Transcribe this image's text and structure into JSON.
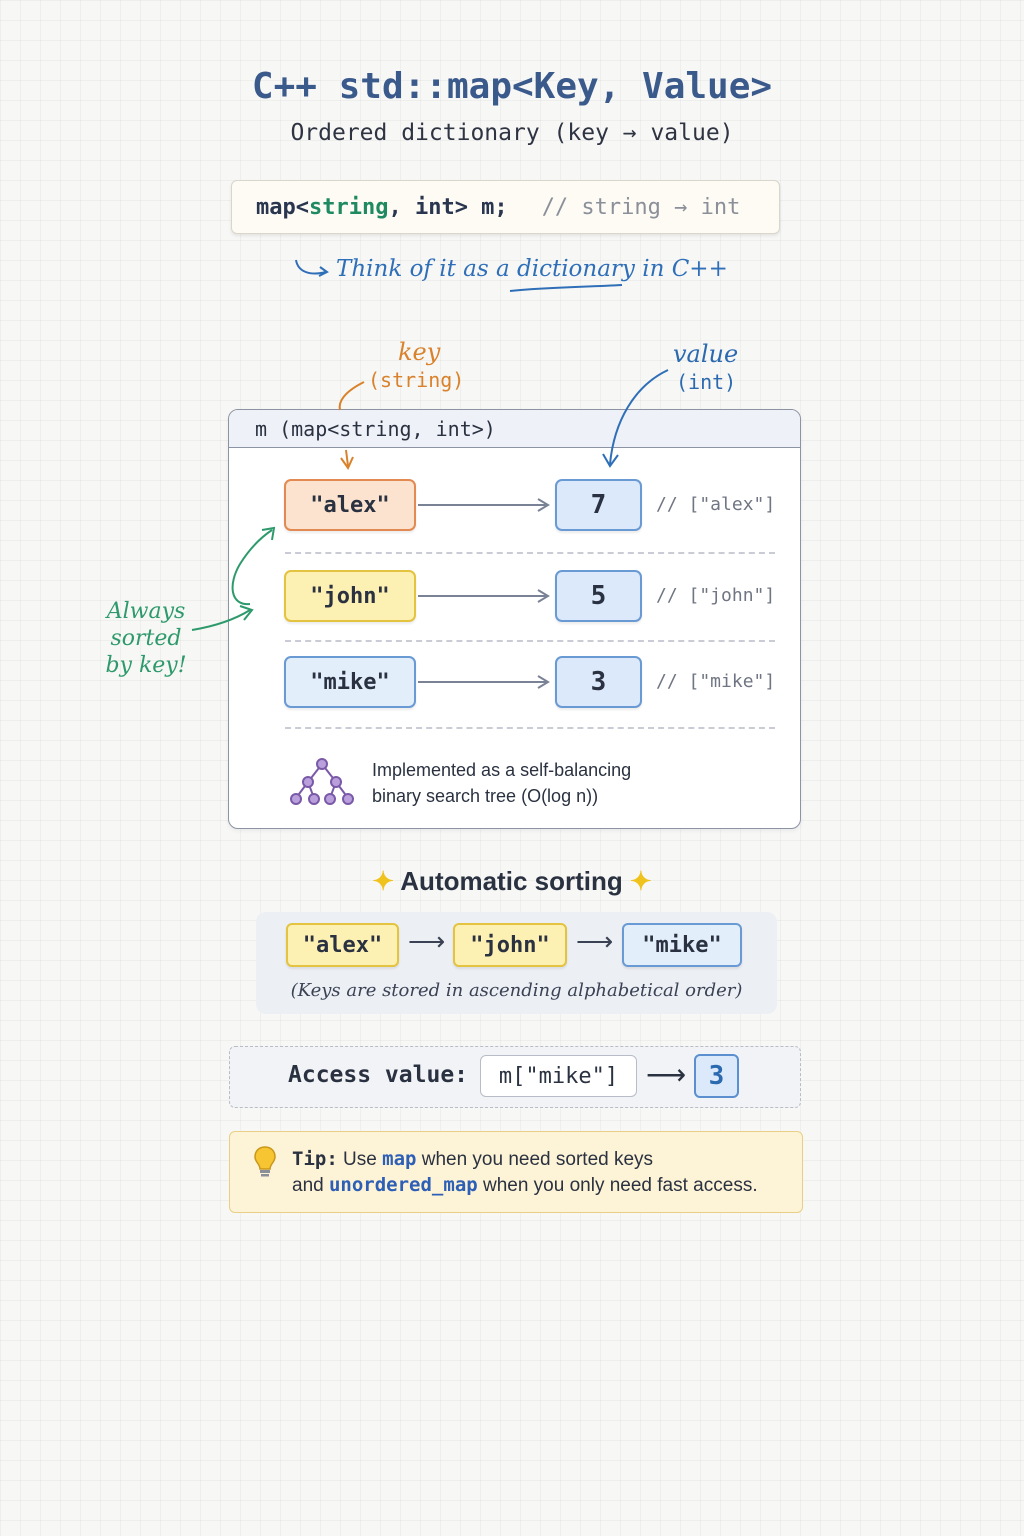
{
  "header": {
    "title": "C++ std::map<Key, Value>",
    "subtitle": "Ordered dictionary (key → value)"
  },
  "declaration": {
    "part1": "map<",
    "type": "string",
    "part2": ", int> m;",
    "comment": "// string → int"
  },
  "think_note": "Think of it as a dictionary in C++",
  "labels": {
    "key": "key",
    "key_type": "(string)",
    "value": "value",
    "value_type": "(int)"
  },
  "map_box": {
    "header": "m (map<string, int>)",
    "entries": [
      {
        "key": "\"alex\"",
        "value": "7",
        "comment": "// [\"alex\"]",
        "color": "#e28a52"
      },
      {
        "key": "\"john\"",
        "value": "5",
        "comment": "// [\"john\"]",
        "color": "#e3c340"
      },
      {
        "key": "\"mike\"",
        "value": "3",
        "comment": "// [\"mike\"]",
        "color": "#6a9ad4"
      }
    ],
    "tree_line1": "Implemented as a self-balancing",
    "tree_line2": "binary search tree (O(log n))"
  },
  "always_note": {
    "line1": "Always",
    "line2": "sorted",
    "line3": "by key!"
  },
  "sorting": {
    "title": "Automatic sorting",
    "keys": [
      "\"alex\"",
      "\"john\"",
      "\"mike\""
    ],
    "caption": "(Keys are stored in ascending alphabetical order)"
  },
  "access": {
    "label": "Access value:",
    "expression": "m[\"mike\"]",
    "result": "3"
  },
  "tip": {
    "label": "Tip:",
    "text1a": "Use",
    "code1": "map",
    "text1b": "when you need sorted keys",
    "text2a": "and",
    "code2": "unordered_map",
    "text2b": "when you only need fast access."
  },
  "colors": {
    "title": "#3b5a8c",
    "key_accent": "#d9822b",
    "value_accent": "#2c6ab0",
    "sorted_note": "#2e9a6b",
    "tree_icon": "#7a5aa8"
  }
}
